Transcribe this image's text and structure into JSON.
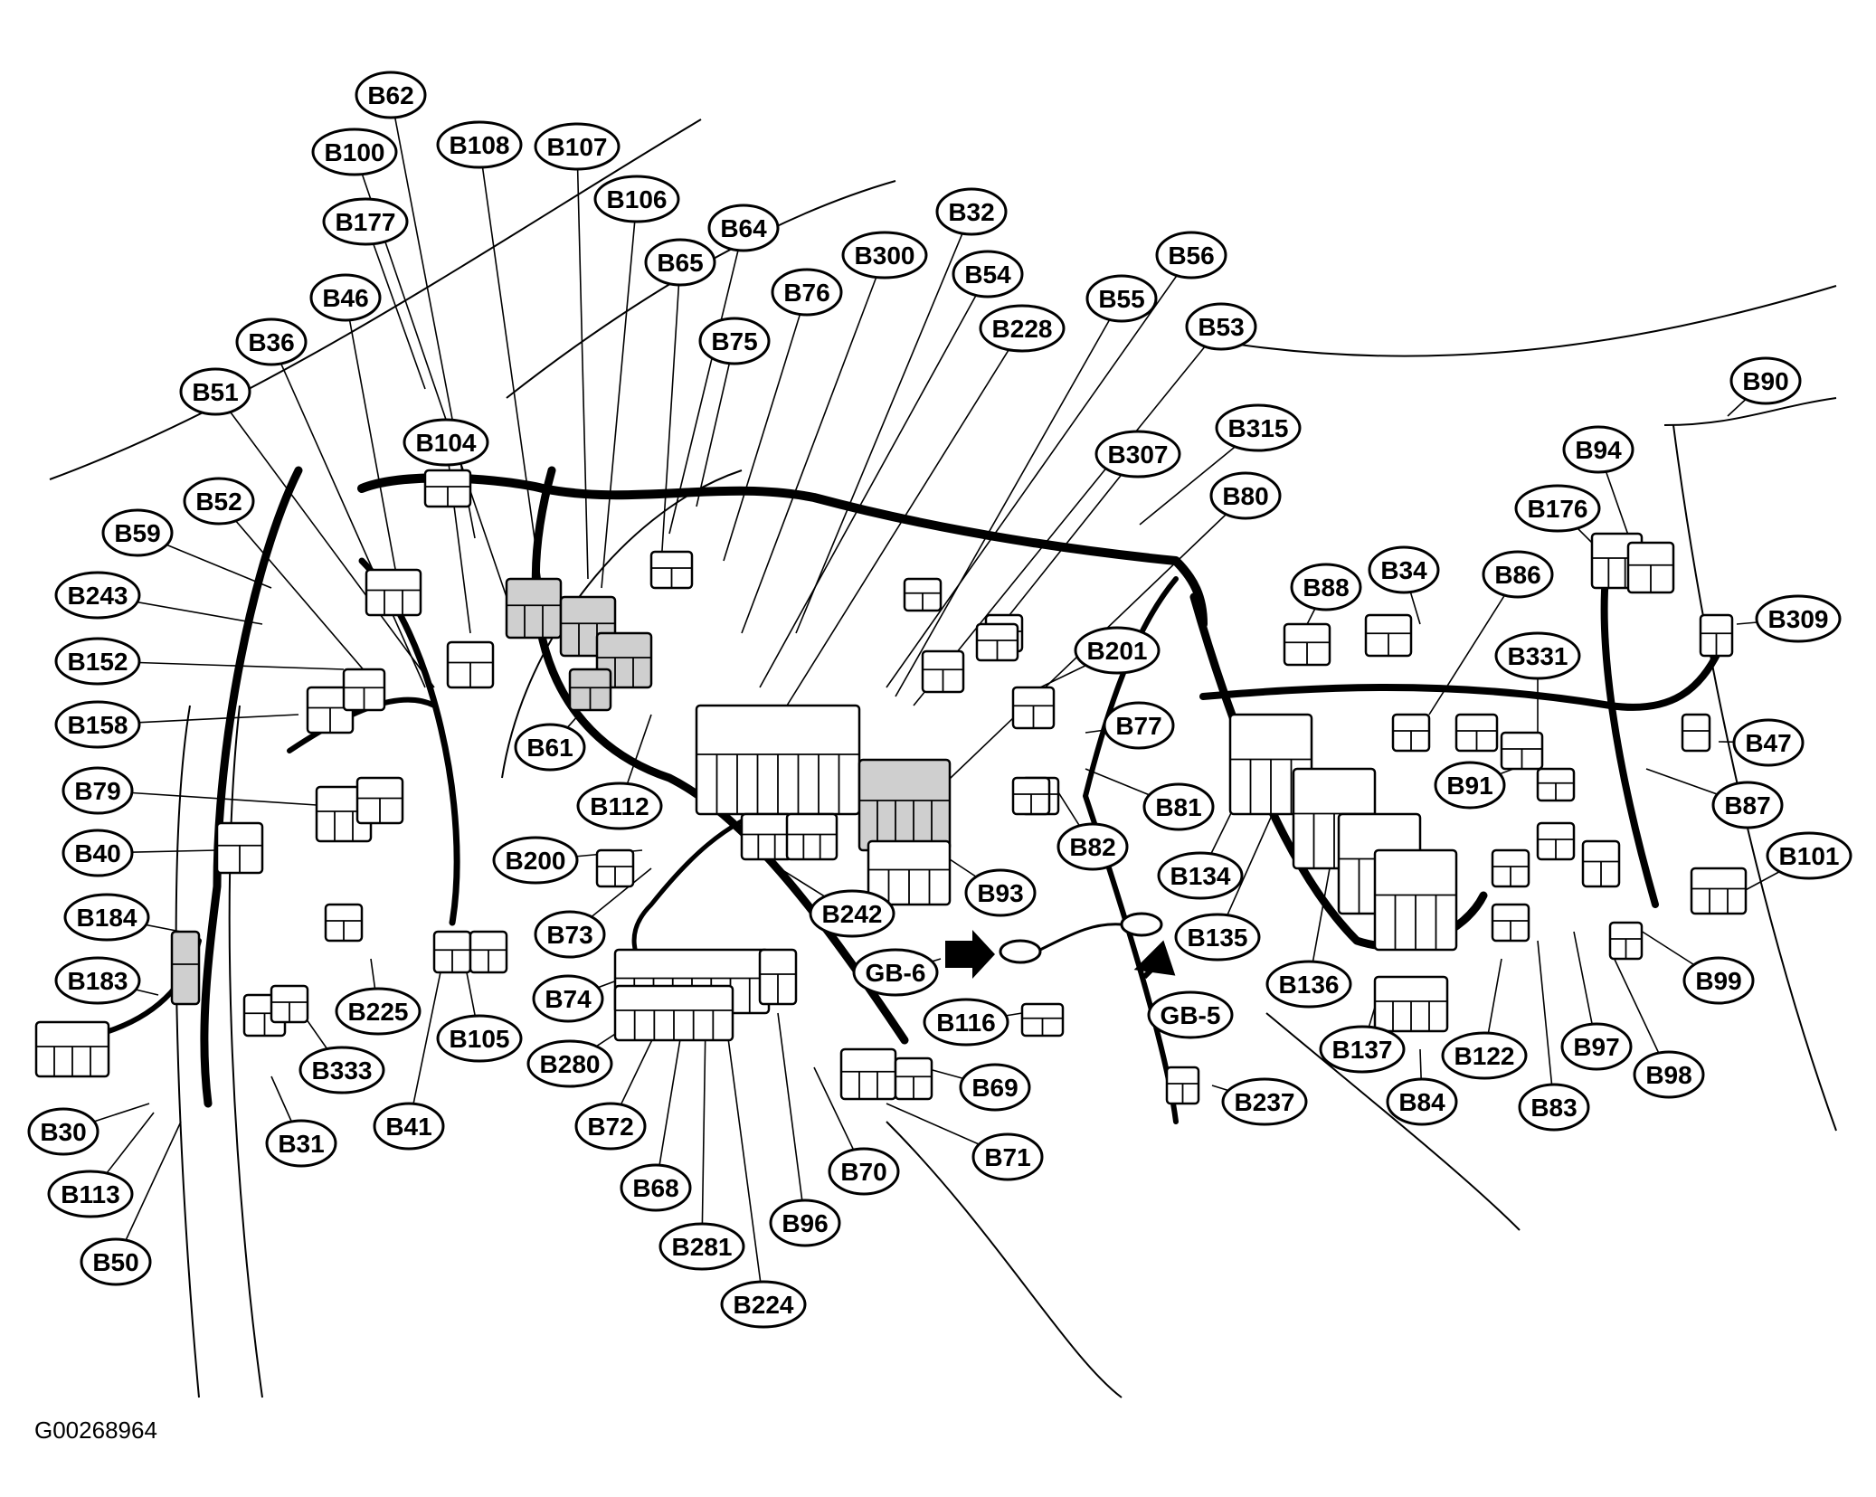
{
  "figure_id": "G00268964",
  "labels": [
    "B62",
    "B100",
    "B108",
    "B107",
    "B106",
    "B177",
    "B64",
    "B32",
    "B300",
    "B65",
    "B46",
    "B76",
    "B54",
    "B56",
    "B55",
    "B228",
    "B53",
    "B36",
    "B75",
    "B51",
    "B90",
    "B104",
    "B315",
    "B94",
    "B307",
    "B80",
    "B52",
    "B59",
    "B176",
    "B88",
    "B34",
    "B86",
    "B243",
    "B309",
    "B201",
    "B331",
    "B152",
    "B77",
    "B158",
    "B47",
    "B61",
    "B91",
    "B112",
    "B81",
    "B87",
    "B79",
    "B101",
    "B82",
    "B200",
    "B40",
    "B134",
    "B93",
    "B242",
    "B184",
    "B73",
    "B99",
    "B135",
    "B183",
    "B136",
    "B74",
    "GB-6",
    "B225",
    "GB-5",
    "B116",
    "B105",
    "B280",
    "B137",
    "B97",
    "B333",
    "B98",
    "B69",
    "B122",
    "B84",
    "B83",
    "B237",
    "B30",
    "B41",
    "B31",
    "B72",
    "B71",
    "B70",
    "B68",
    "B113",
    "B96",
    "B281",
    "B50",
    "B224"
  ],
  "ground_labels": [
    "GB-6",
    "GB-5"
  ]
}
